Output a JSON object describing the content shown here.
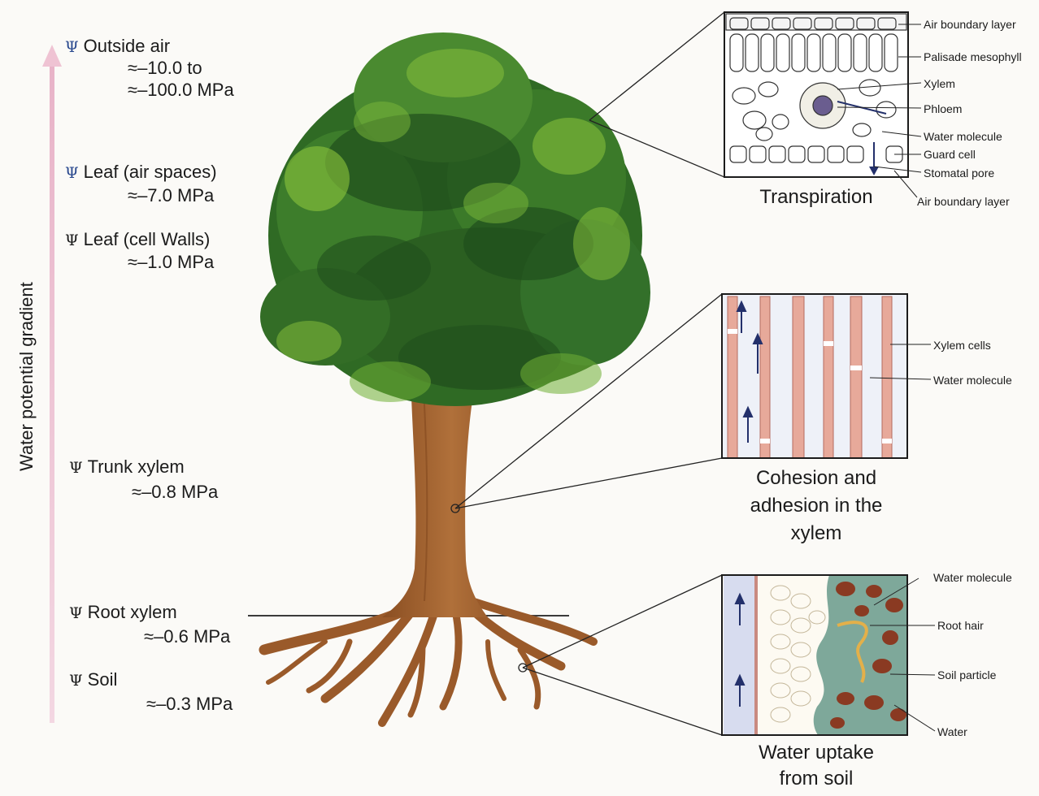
{
  "gradient": {
    "label": "Water potential gradient"
  },
  "potentials": [
    {
      "name": "Outside air",
      "line1": "≈–10.0 to",
      "line2": "≈–100.0 MPa"
    },
    {
      "name": "Leaf (air spaces)",
      "value": "≈–7.0 MPa"
    },
    {
      "name": "Leaf (cell Walls)",
      "value": "≈–1.0 MPa"
    },
    {
      "name": "Trunk xylem",
      "value": "≈–0.8 MPa"
    },
    {
      "name": "Root xylem",
      "value": "≈–0.6 MPa"
    },
    {
      "name": "Soil",
      "value": "≈–0.3 MPa"
    }
  ],
  "psi_symbol": "Ψ",
  "panels": {
    "leaf": {
      "caption": "Transpiration",
      "labels": [
        "Air boundary layer",
        "Palisade mesophyll",
        "Xylem",
        "Phloem",
        "Water molecule",
        "Guard cell",
        "Stomatal pore",
        "Air boundary layer"
      ]
    },
    "xylem": {
      "caption_lines": [
        "Cohesion and",
        "adhesion in the",
        "xylem"
      ],
      "labels": [
        "Xylem cells",
        "Water molecule"
      ]
    },
    "root": {
      "caption_lines": [
        "Water uptake",
        "from soil"
      ],
      "labels": [
        "Water molecule",
        "Root hair",
        "Soil particle",
        "Water"
      ]
    }
  },
  "colors": {
    "foliage_dark": "#1f4f1c",
    "foliage_mid": "#3f7f2a",
    "foliage_light": "#8cc43c",
    "trunk": "#a5642f",
    "xylem_wall": "#c98a80",
    "arrow": "#23306b",
    "gradient_arrow": "#efc9d8"
  }
}
